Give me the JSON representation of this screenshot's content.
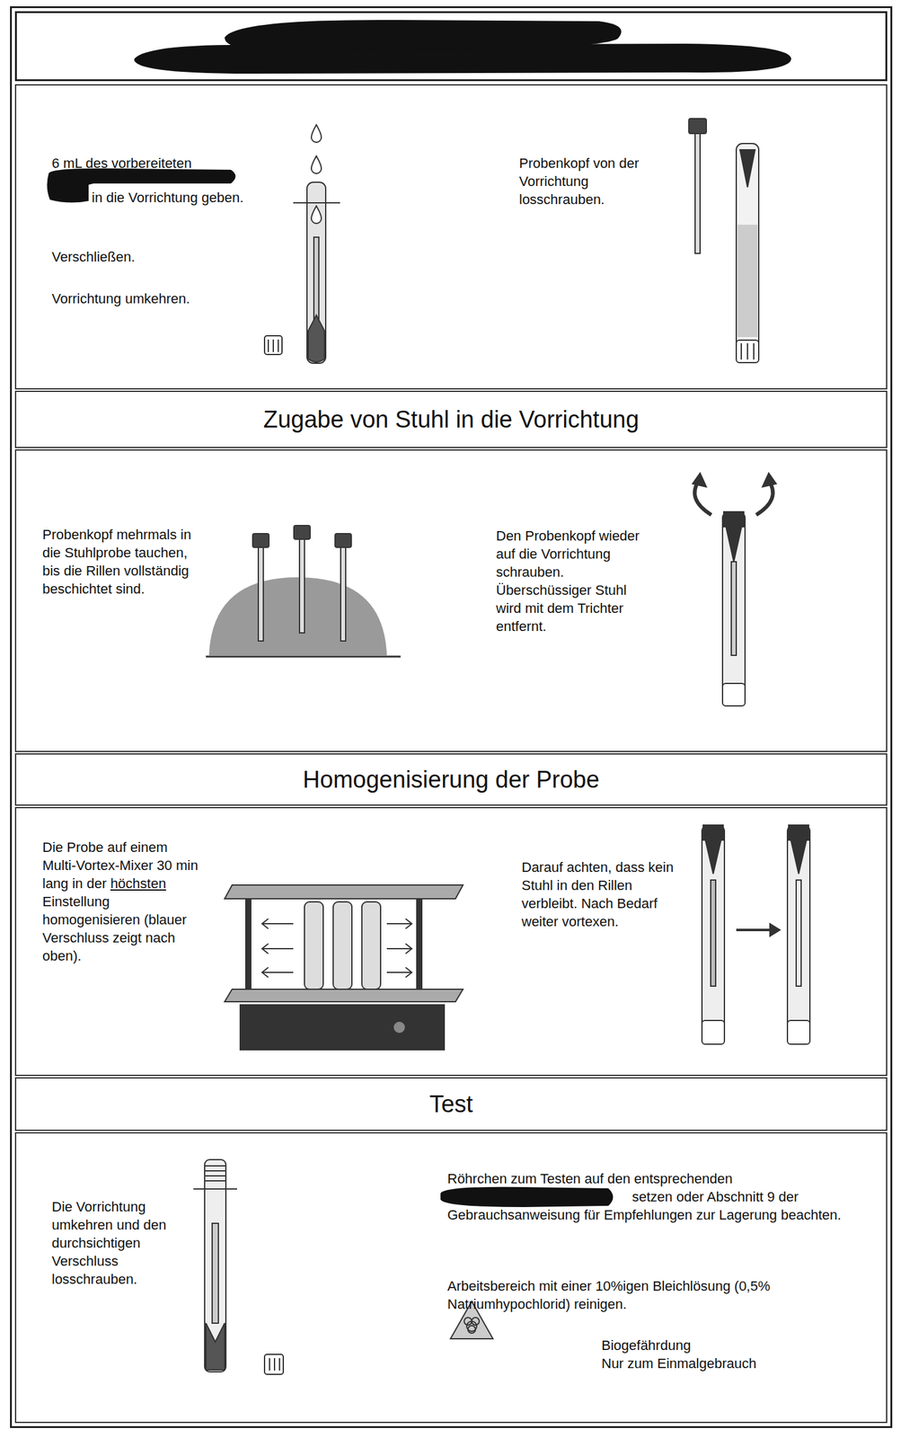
{
  "diagram": {
    "nodes": [
      {
        "text": [
          "6 mL des vorbereiteten",
          "in die Vorrichtung geben.",
          "Verschließen.",
          "Vorrichtung umkehren.",
          "Probenkopf von der Vorrichtung losschrauben."
        ]
      },
      {
        "text": [
          "Zugabe von Stuhl in die Vorrichtung"
        ]
      },
      {
        "text": [
          "Probenkopf mehrmals in die Stuhlprobe tauchen, bis die Rillen vollständig beschichtet sind.",
          "Den Probenkopf wieder auf die Vorrichtung schrauben. Überschüssiger Stuhl wird mit dem Trichter entfernt."
        ]
      },
      {
        "text": [
          "Homogenisierung der Probe"
        ]
      },
      {
        "text": [
          "Die Probe auf einem Multi-Vortex-Mixer 30 min lang in der",
          "höchsten",
          "Einstellung homogenisieren (blauer Verschluss zeigt nach oben).",
          "Darauf achten, dass kein Stuhl in den Rillen verbleibt. Nach Bedarf weiter vortexen."
        ]
      },
      {
        "text": [
          "Test"
        ]
      },
      {
        "text": [
          "Die Vorrichtung umkehren und den durchsichtigen Verschluss losschrauben.",
          "Röhrchen zum Testen auf den entsprechenden",
          "setzen oder Abschnitt 9 der Gebrauchsanweisung für Empfehlungen zur Lagerung beachten.",
          "Arbeitsbereich mit einer 10%igen Bleichlösung (0,5% Natriumhypochlorid) reinigen.",
          "Biogefährdung",
          "Nur zum Einmalgebrauch"
        ]
      }
    ],
    "edges": []
  }
}
